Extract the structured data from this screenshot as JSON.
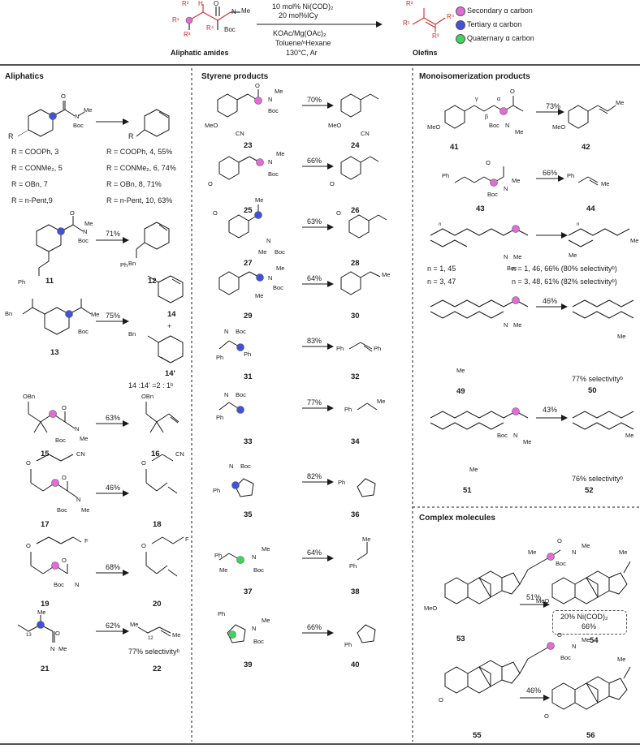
{
  "header": {
    "substrate_label": "Aliphatic amides",
    "product_label": "Olefins",
    "conditions": [
      "10 mol% Ni(COD)₂",
      "20 mol%ICy",
      "KOAc/Mg(OAc)₂",
      "Toluene/ⁿHexane",
      "130°C, Ar"
    ],
    "generic_labels": {
      "r1": "R¹",
      "r2": "R²",
      "r3": "R³",
      "r4": "R⁴",
      "h": "H",
      "n": "N",
      "me": "Me",
      "boc": "Boc",
      "o": "O"
    },
    "legend": [
      {
        "label": "Secondary α carbon",
        "color": "#e36ad9"
      },
      {
        "label": "Tertiary α carbon",
        "color": "#3f52d9"
      },
      {
        "label": "Quaternary α carbon",
        "color": "#3fd55a"
      }
    ]
  },
  "sections": {
    "aliphatics": "Aliphatics",
    "styrene": "Styrene products",
    "monoisomerization": "Monoisomerization products",
    "complex": "Complex molecules"
  },
  "aliphatics": {
    "r_list_left": [
      "R = COOPh, 3",
      "R = CONMe₂, 5",
      "R = OBn, 7",
      "R = n-Pent,9"
    ],
    "r_list_right": [
      "R = COOPh, 4, 55%",
      "R = CONMe₂, 6, 74%",
      "R = OBn, 8, 71%",
      "R = n-Pent, 10, 63%"
    ],
    "rows": [
      {
        "sub": "11",
        "prod": "12",
        "yield": "71%"
      },
      {
        "sub": "13",
        "prod": "14",
        "prod2": "14'",
        "yield": "75%",
        "note": "14 :14' =2 : 1ᵇ"
      },
      {
        "sub": "15",
        "prod": "16",
        "yield": "63%"
      },
      {
        "sub": "17",
        "prod": "18",
        "yield": "46%"
      },
      {
        "sub": "19",
        "prod": "20",
        "yield": "68%"
      },
      {
        "sub": "21",
        "prod": "22",
        "yield": "62%",
        "note": "77% selectivityᵇ"
      }
    ]
  },
  "styrene": {
    "rows": [
      {
        "sub": "23",
        "prod": "24",
        "yield": "70%"
      },
      {
        "sub": "25",
        "prod": "26",
        "yield": "66%"
      },
      {
        "sub": "27",
        "prod": "28",
        "yield": "63%"
      },
      {
        "sub": "29",
        "prod": "30",
        "yield": "64%"
      },
      {
        "sub": "31",
        "prod": "32",
        "yield": "83%"
      },
      {
        "sub": "33",
        "prod": "34",
        "yield": "77%"
      },
      {
        "sub": "35",
        "prod": "36",
        "yield": "82%"
      },
      {
        "sub": "37",
        "prod": "38",
        "yield": "64%"
      },
      {
        "sub": "39",
        "prod": "40",
        "yield": "66%"
      }
    ]
  },
  "mono": {
    "rows": [
      {
        "sub": "41",
        "prod": "42",
        "yield": "73%"
      },
      {
        "sub": "43",
        "prod": "44",
        "yield": "66%"
      },
      {
        "sub": "n = 1, 45",
        "sub2": "n = 3, 47",
        "prod": "n = 1, 46, 66% (80% selectivityᵇ)",
        "prod2": "n = 3, 48, 61% (82% selectivityᵇ)"
      },
      {
        "sub": "49",
        "prod": "50",
        "yield": "46%",
        "note": "77% selectivityᵇ"
      },
      {
        "sub": "51",
        "prod": "52",
        "yield": "43%",
        "note": "76% selectivityᵇ"
      }
    ]
  },
  "complex": {
    "rows": [
      {
        "sub": "53",
        "prod": "54",
        "yield": "51%",
        "box1": "20% Ni(COD)₂",
        "box2": "66%"
      },
      {
        "sub": "55",
        "prod": "56",
        "yield": "46%"
      }
    ]
  },
  "atoms": {
    "me": "Me",
    "n": "N",
    "boc": "Boc",
    "o": "O",
    "meo": "MeO",
    "ph": "Ph",
    "bn": "Bn",
    "obn": "OBn",
    "cn": "CN",
    "f": "F",
    "r": "R",
    "h": "H",
    "alpha": "α",
    "beta": "β",
    "gamma": "γ",
    "n_sub": "n",
    "plus": "+",
    "sub13": "13",
    "sub12": "12"
  }
}
